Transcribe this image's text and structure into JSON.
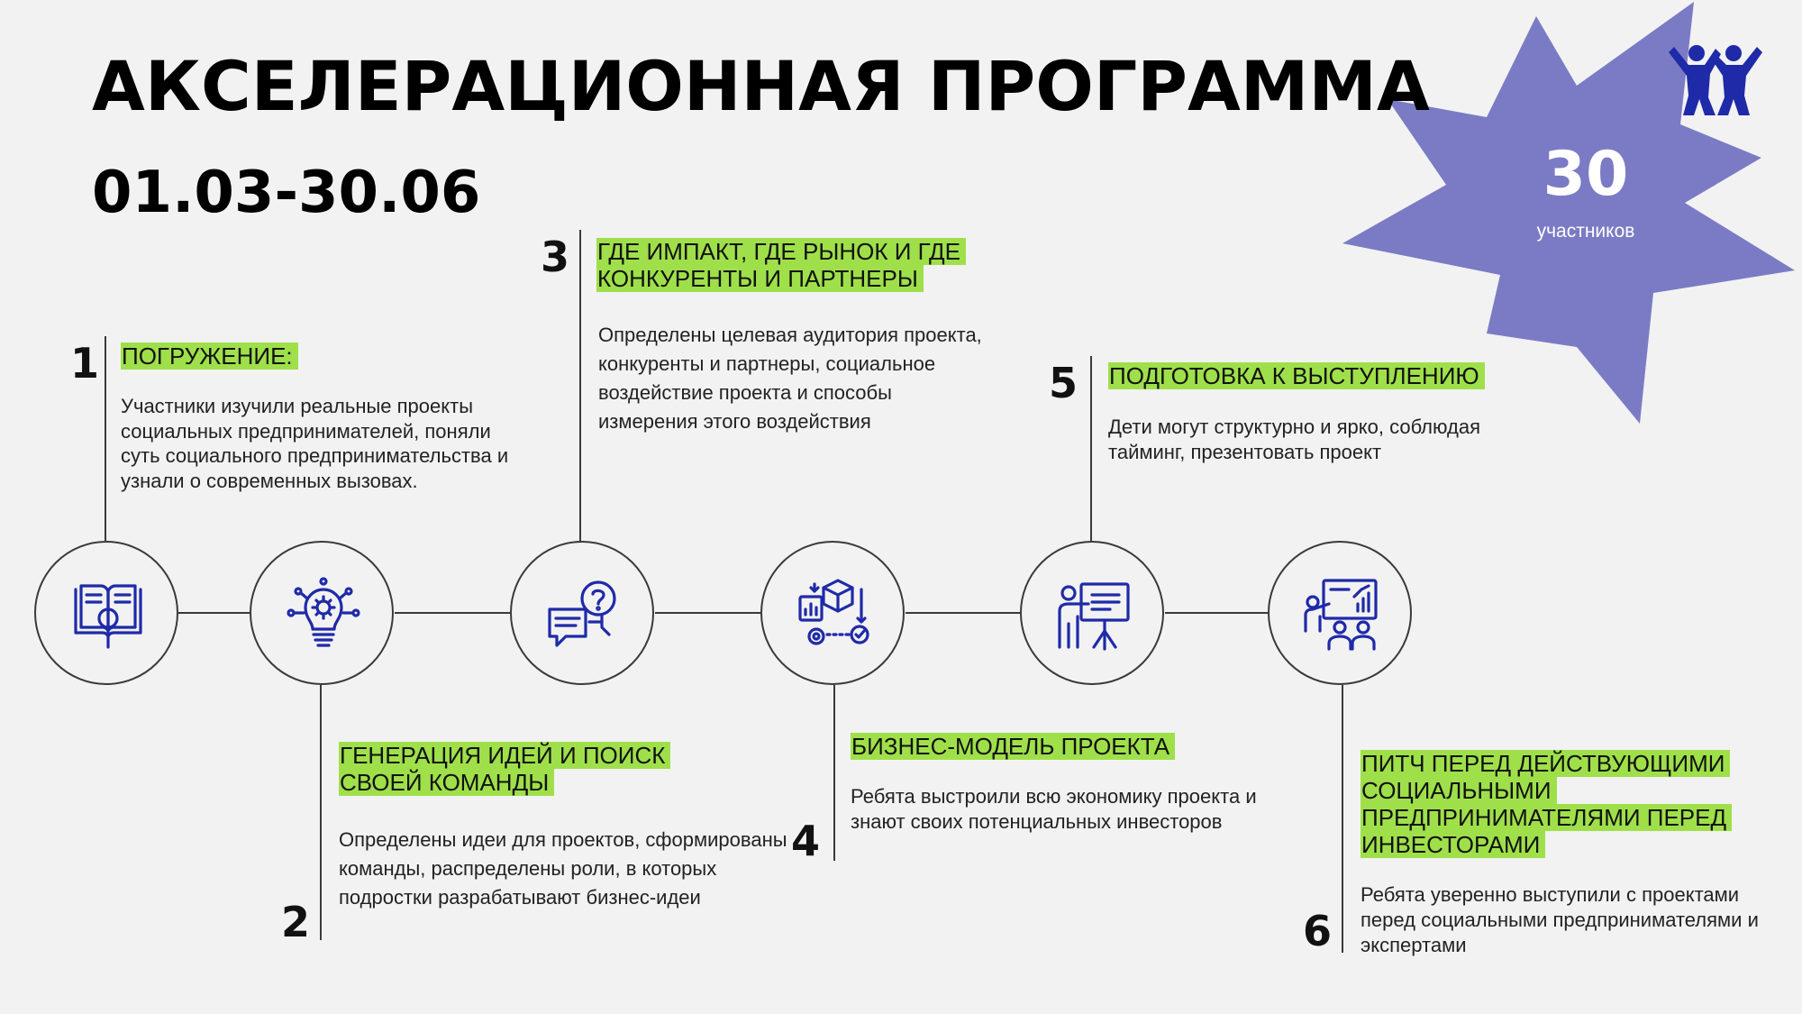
{
  "header": {
    "title": "АКСЕЛЕРАЦИОННАЯ ПРОГРАММА",
    "dates": "01.03-30.06"
  },
  "badge": {
    "count": "30",
    "label": "участников",
    "color": "#7b7bc5"
  },
  "colors": {
    "highlight": "#9fe04a",
    "icon": "#1f2aa8",
    "line": "#3a3a3a"
  },
  "steps": [
    {
      "number": "1",
      "title": "ПОГРУЖЕНИЕ:",
      "description": "Участники изучили реальные проекты социальных предпринимателей, поняли суть социального предпринимательства и узнали о современных вызовах.",
      "icon": "book-magnifier-icon"
    },
    {
      "number": "2",
      "title": "ГЕНЕРАЦИЯ ИДЕЙ И ПОИСК СВОЕЙ КОМАНДЫ",
      "description": "Определены идеи для проектов, сформированы команды, распределены роли, в которых подростки разрабатывают бизнес-идеи",
      "icon": "lightbulb-gear-icon"
    },
    {
      "number": "3",
      "title": "ГДЕ ИМПАКТ, ГДЕ РЫНОК И ГДЕ КОНКУРЕНТЫ И ПАРТНЕРЫ",
      "description": "Определены целевая аудитория проекта, конкуренты и партнеры, социальное воздействие проекта и способы измерения этого воздействия",
      "icon": "chat-question-icon"
    },
    {
      "number": "4",
      "title": "БИЗНЕС-МОДЕЛЬ ПРОЕКТА",
      "description": "Ребята выстроили всю экономику проекта и знают своих потенциальных инвесторов",
      "icon": "business-process-icon"
    },
    {
      "number": "5",
      "title": "ПОДГОТОВКА К ВЫСТУПЛЕНИЮ",
      "description": "Дети могут структурно и ярко, соблюдая тайминг, презентовать проект",
      "icon": "presenter-board-icon"
    },
    {
      "number": "6",
      "title": "ПИТЧ ПЕРЕД ДЕЙСТВУЮЩИМИ СОЦИАЛЬНЫМИ ПРЕДПРИНИМАТЕЛЯМИ ПЕРЕД ИНВЕСТОРАМИ",
      "description": "Ребята уверенно выступили с проектами перед социальными предпринимателями и экспертами",
      "icon": "audience-chart-icon"
    }
  ]
}
